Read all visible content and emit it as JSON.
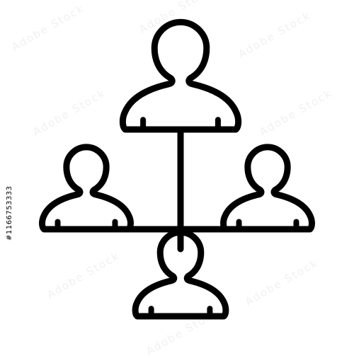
{
  "icon": {
    "name": "team-hierarchy-icon",
    "stroke_color": "#000000",
    "background_color": "#ffffff",
    "nodes": [
      {
        "name": "person-top-icon"
      },
      {
        "name": "person-left-icon"
      },
      {
        "name": "person-right-icon"
      },
      {
        "name": "person-bottom-icon"
      }
    ],
    "connectors": [
      "vertical-connector",
      "horizontal-connector"
    ]
  },
  "watermark": {
    "text": "Adobe Stock",
    "side_id": "#1166753333"
  }
}
